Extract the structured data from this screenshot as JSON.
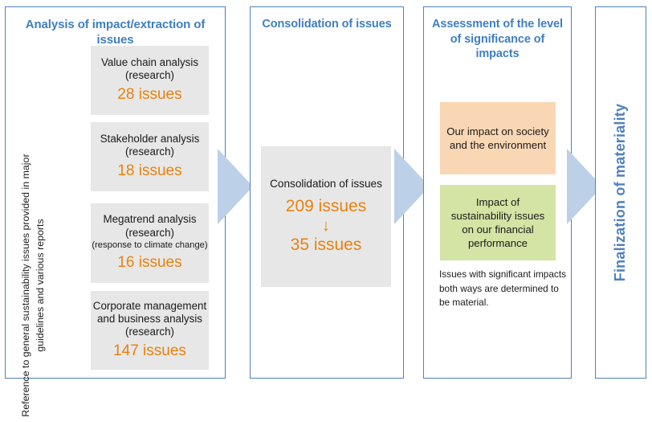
{
  "colors": {
    "panel_border": "#4f81bd",
    "title_blue": "#3f7fbf",
    "accent_orange": "#e8820c",
    "grey_box": "#e7e7e7",
    "peach_box": "#fad7b4",
    "green_box": "#d3e4a4",
    "arrow_blue": "#bcd0e8"
  },
  "panels": [
    {
      "title": "Analysis of impact/extraction of issues",
      "side_label": "Reference to general sustainability issues provided in major guidelines and various reports",
      "boxes": [
        {
          "line1": "Value chain analysis",
          "line2": "(research)",
          "line3": "",
          "count": "28 issues"
        },
        {
          "line1": "Stakeholder analysis",
          "line2": "(research)",
          "line3": "",
          "count": "18 issues"
        },
        {
          "line1": "Megatrend analysis",
          "line2": "(research)",
          "line3": "(response to climate change)",
          "count": "16 issues"
        },
        {
          "line1": "Corporate management and business analysis",
          "line2": "(research)",
          "line3": "",
          "count": "147 issues"
        }
      ]
    },
    {
      "title": "Consolidation of issues",
      "box": {
        "label": "Consolidation of issues",
        "count_before": "209 issues",
        "arrow_glyph": "↓",
        "count_after": "35 issues"
      }
    },
    {
      "title": "Assessment of the level of significance of impacts",
      "boxes": [
        {
          "label": "Our impact on society and the environment"
        },
        {
          "label": "Impact of sustainability issues on our financial performance"
        }
      ],
      "note": "Issues with significant impacts both ways are determined to be material."
    },
    {
      "title": "Finalization of materiality"
    }
  ],
  "arrows": [
    {
      "name": "arrow-panel1-to-panel2"
    },
    {
      "name": "arrow-panel2-to-panel3"
    },
    {
      "name": "arrow-panel3-to-panel4"
    }
  ]
}
